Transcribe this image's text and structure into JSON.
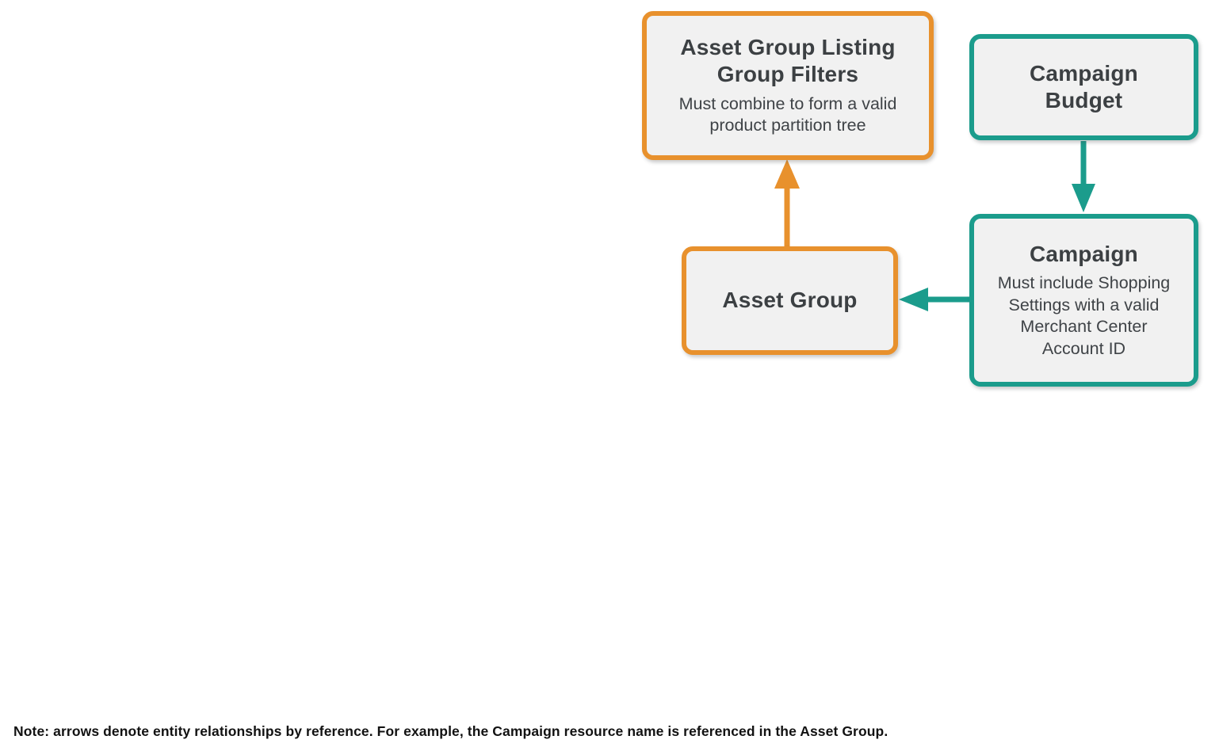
{
  "diagram": {
    "nodes": {
      "filters": {
        "title": "Asset Group Listing Group Filters",
        "subtitle": "Must combine to form a valid product partition tree",
        "accent_color": "#E8912D"
      },
      "campaign_budget": {
        "title": "Campaign Budget",
        "accent_color": "#1B9C8C"
      },
      "campaign": {
        "title": "Campaign",
        "subtitle": "Must include Shopping Settings with a valid Merchant Center Account ID",
        "accent_color": "#1B9C8C"
      },
      "asset_group": {
        "title": "Asset Group",
        "accent_color": "#E8912D"
      }
    },
    "edges": [
      {
        "from": "Asset Group",
        "to": "Asset Group Listing Group Filters",
        "color": "#E8912D",
        "direction": "up"
      },
      {
        "from": "Campaign Budget",
        "to": "Campaign",
        "color": "#1B9C8C",
        "direction": "down"
      },
      {
        "from": "Campaign",
        "to": "Asset Group",
        "color": "#1B9C8C",
        "direction": "left"
      }
    ],
    "colors": {
      "orange_accent": "#E8912D",
      "teal_accent": "#1B9C8C",
      "node_background": "#F1F1F1",
      "title_text": "#3C4043",
      "note_text": "#121212"
    }
  },
  "note": "Note: arrows denote entity relationships by reference. For example, the Campaign resource name is referenced in the Asset Group."
}
